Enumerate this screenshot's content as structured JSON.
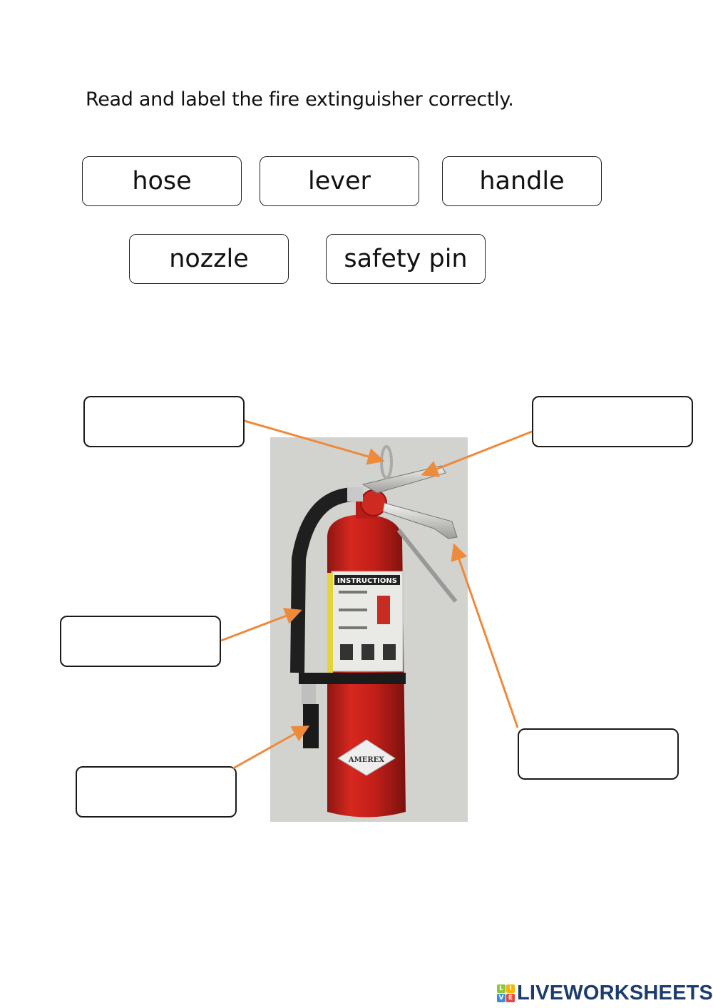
{
  "instruction": "Read and label the fire extinguisher correctly.",
  "word_bank": [
    {
      "label": "hose"
    },
    {
      "label": "lever"
    },
    {
      "label": "handle"
    },
    {
      "label": "nozzle"
    },
    {
      "label": "safety pin"
    }
  ],
  "answer_boxes": [
    {
      "value": "",
      "points_to": "safety pin (top)"
    },
    {
      "value": "",
      "points_to": "lever (top right)"
    },
    {
      "value": "",
      "points_to": "hose (middle left)"
    },
    {
      "value": "",
      "points_to": "nozzle (bottom left)"
    },
    {
      "value": "",
      "points_to": "handle (bottom right)"
    }
  ],
  "photo": {
    "label_title": "INSTRUCTIONS",
    "brand": "AMEREX"
  },
  "colors": {
    "arrow": "#ee8a3c",
    "extinguisher_red": "#c8201c",
    "logo_blue": "#1d3c6e"
  },
  "footer": {
    "logo_tiles": [
      "L",
      "I",
      "V",
      "E"
    ],
    "logo_text": "LIVEWORKSHEETS"
  }
}
